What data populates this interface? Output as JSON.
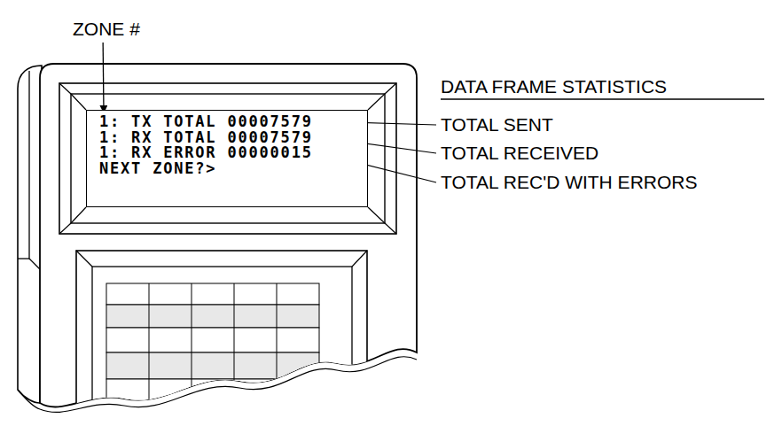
{
  "diagram": {
    "nodes": [
      {
        "text": [
          "1: TX TOTAL 00007579",
          "1: RX TOTAL 00007579",
          "1: RX ERROR 00000015",
          "NEXT ZONE?>"
        ]
      }
    ],
    "labels": [
      "ZONE #",
      "DATA FRAME STATISTICS",
      "TOTAL SENT",
      "TOTAL RECEIVED",
      "TOTAL REC'D WITH ERRORS"
    ]
  }
}
